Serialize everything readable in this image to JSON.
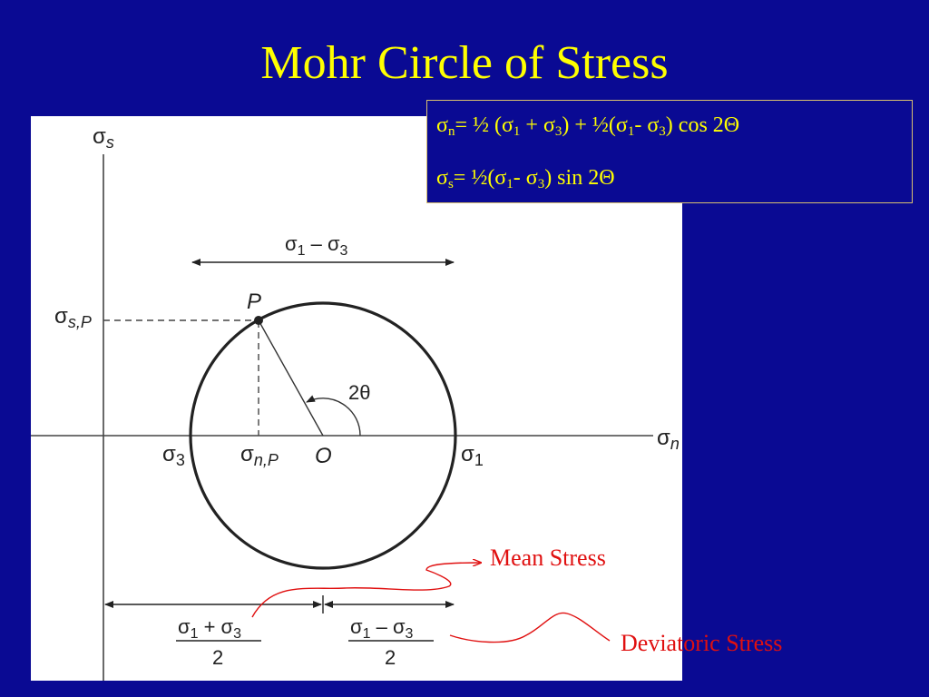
{
  "slide": {
    "title": "Mohr Circle of Stress"
  },
  "formulas": {
    "normal": {
      "lhs_symbol": "σ",
      "lhs_sub": "n",
      "rhs_a": "= ½ (σ",
      "sub_1": "1",
      "rhs_b": " + σ",
      "sub_3": "3",
      "rhs_c": ") + ½(σ",
      "sub_1b": "1",
      "rhs_d": "- σ",
      "sub_3b": "3",
      "rhs_e": ") cos 2Θ"
    },
    "shear": {
      "lhs_symbol": "σ",
      "lhs_sub": "s",
      "rhs_a": "= ½(σ",
      "sub_1": "1",
      "rhs_b": "- σ",
      "sub_3": "3",
      "rhs_c": ") sin 2Θ"
    }
  },
  "diagram": {
    "axis_y_symbol": "σ",
    "axis_y_sub": "s",
    "axis_x_symbol": "σ",
    "axis_x_sub": "n",
    "point_label": "P",
    "sigma_sp_symbol": "σ",
    "sigma_sp_sub": "s,P",
    "sigma_np_symbol": "σ",
    "sigma_np_sub": "n,P",
    "center_label": "O",
    "sigma3_label": "σ3",
    "sigma3_symbol": "σ",
    "sigma3_sub": "3",
    "sigma1_symbol": "σ",
    "sigma1_sub": "1",
    "angle_label": "2θ",
    "diameter_label_a": "σ",
    "diameter_sub_1": "1",
    "diameter_mid": " – σ",
    "diameter_sub_3": "3",
    "mean_num_a": "σ",
    "mean_num_sub1": "1",
    "mean_num_mid": " + σ",
    "mean_num_sub3": "3",
    "mean_den": "2",
    "dev_num_a": "σ",
    "dev_num_sub1": "1",
    "dev_num_mid": " – σ",
    "dev_num_sub3": "3",
    "dev_den": "2"
  },
  "annotations": {
    "mean_stress": "Mean Stress",
    "deviatoric_stress": "Deviatoric Stress"
  },
  "colors": {
    "background": "#0a0a93",
    "title": "#ffff00",
    "annotation": "#e01010"
  }
}
